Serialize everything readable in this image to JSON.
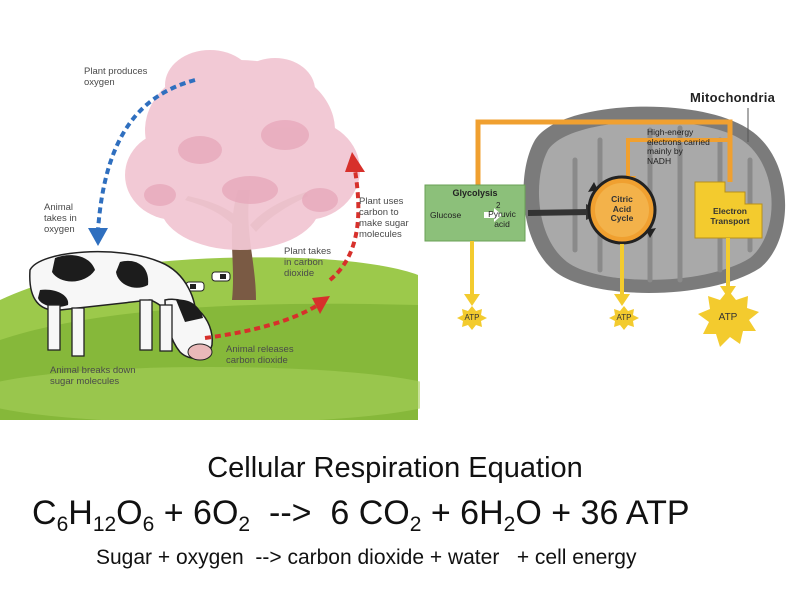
{
  "ecosystem": {
    "labels": {
      "plant_produces_oxygen": [
        "Plant produces",
        "oxygen"
      ],
      "animal_takes_oxygen": [
        "Animal",
        "takes in",
        "oxygen"
      ],
      "plant_uses_carbon": [
        "Plant uses",
        "carbon to",
        "make sugar",
        "molecules"
      ],
      "plant_takes_co2": [
        "Plant takes",
        "in carbon",
        "dioxide"
      ],
      "animal_releases_co2": [
        "Animal releases",
        "carbon dioxide"
      ],
      "animal_breaks_sugar": [
        "Animal breaks down",
        "sugar molecules"
      ]
    },
    "colors": {
      "oxygen_arrow": "#2f6fbf",
      "co2_arrow": "#d7302b",
      "grass": "#8fc23f",
      "blossom": "#f2c7d3"
    }
  },
  "mitochondria": {
    "title": "Mitochondria",
    "glycolysis": {
      "title": "Glycolysis",
      "glucose": "Glucose",
      "factor": "2",
      "pyruvic": "Pyruvic",
      "acid": "acid"
    },
    "citric_cycle": [
      "Citric",
      "Acid",
      "Cycle"
    ],
    "electron_transport": [
      "Electron",
      "Transport"
    ],
    "nadh_note": [
      "High-energy",
      "electrons carried",
      "mainly by",
      "NADH"
    ],
    "atp_labels": [
      "ATP",
      "ATP",
      "ATP"
    ],
    "colors": {
      "orange": "#f0a030",
      "yellow": "#f3cb2e",
      "green": "#8cc07a",
      "gray": "#7a7a7a"
    }
  },
  "equation": {
    "title": "Cellular Respiration Equation",
    "formula": {
      "c": "C",
      "c_n": "6",
      "h": "H",
      "h_n": "12",
      "o": "O",
      "o_n": "6",
      "plus1": " + 6O",
      "o2_n": "2",
      "arrow": "  -->  6 CO",
      "co2_n": "2",
      "plus2": " + 6H",
      "h2_n": "2",
      "o_tail": "O + 36 ATP"
    },
    "words": "Sugar + oxygen  --> carbon dioxide + water   + cell energy"
  }
}
